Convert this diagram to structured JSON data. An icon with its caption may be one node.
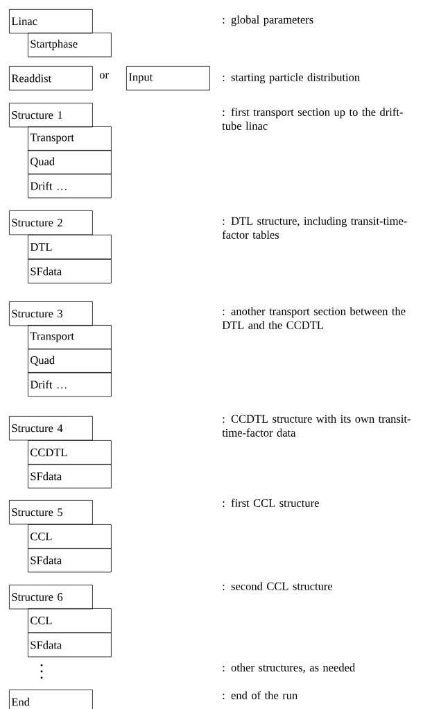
{
  "diagram": {
    "nodes": [
      {
        "text": [
          "Linac"
        ]
      },
      {
        "text": [
          "Startphase"
        ]
      },
      {
        "text": [
          "Readdist"
        ]
      },
      {
        "text": [
          "Input"
        ]
      },
      {
        "text": [
          "Structure 1"
        ]
      },
      {
        "text": [
          "Transport"
        ]
      },
      {
        "text": [
          "Quad"
        ]
      },
      {
        "text": [
          "Drift …"
        ]
      },
      {
        "text": [
          "Structure 2"
        ]
      },
      {
        "text": [
          "DTL"
        ]
      },
      {
        "text": [
          "SFdata"
        ]
      },
      {
        "text": [
          "Structure 3"
        ]
      },
      {
        "text": [
          "Transport"
        ]
      },
      {
        "text": [
          "Quad"
        ]
      },
      {
        "text": [
          "Drift …"
        ]
      },
      {
        "text": [
          "Structure 4"
        ]
      },
      {
        "text": [
          "CCDTL"
        ]
      },
      {
        "text": [
          "SFdata"
        ]
      },
      {
        "text": [
          "Structure 5"
        ]
      },
      {
        "text": [
          "CCL"
        ]
      },
      {
        "text": [
          "SFdata"
        ]
      },
      {
        "text": [
          "Structure 6"
        ]
      },
      {
        "text": [
          "CCL"
        ]
      },
      {
        "text": [
          "SFdata"
        ]
      },
      {
        "text": [
          "End"
        ]
      }
    ],
    "labels": [
      ": global parameters",
      "or",
      ": starting particle distribution",
      ": first transport section up to the drift-tube linac",
      ": DTL structure, including transit-time-factor tables",
      ": another transport section between the DTL and the CCDTL",
      ": CCDTL structure with its own transit-time-factor data",
      ": first CCL structure",
      ": second CCL structure",
      ": other structures, as needed",
      ": end of the run"
    ]
  }
}
